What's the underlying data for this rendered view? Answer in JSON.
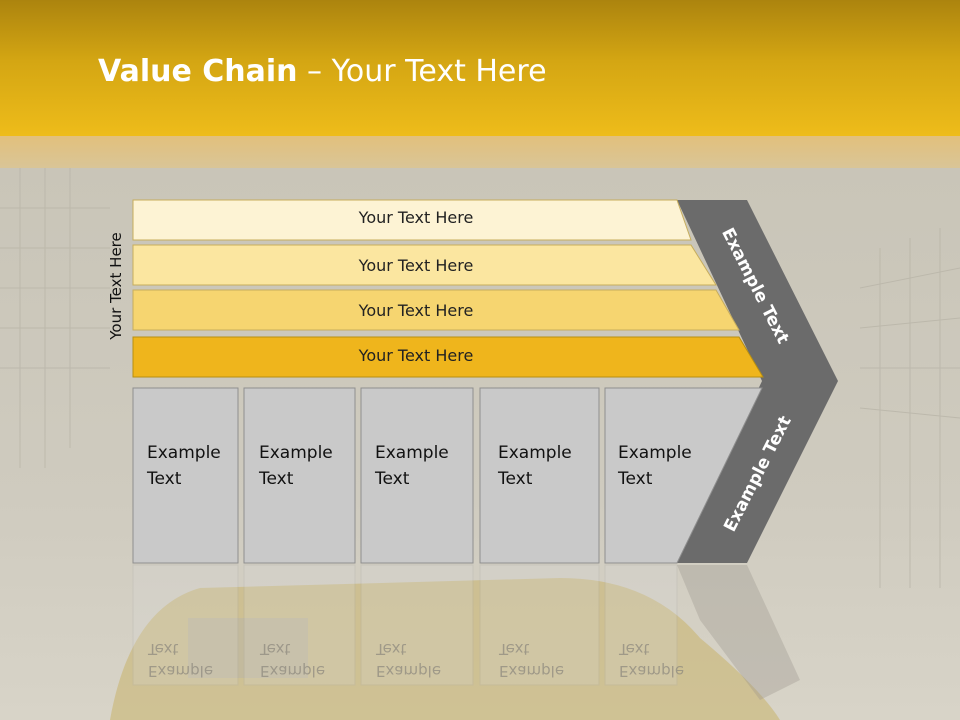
{
  "slide": {
    "title_bold": "Value Chain",
    "title_rest": " – Your Text Here"
  },
  "side_label": "Your Text Here",
  "rows": [
    {
      "label": "Your Text Here",
      "color": "#fdf3d4"
    },
    {
      "label": "Your Text Here",
      "color": "#fbe6a0"
    },
    {
      "label": "Your Text Here",
      "color": "#f6d570"
    },
    {
      "label": "Your Text Here",
      "color": "#efb51c"
    }
  ],
  "cells": [
    {
      "line1": "Example",
      "line2": "Text"
    },
    {
      "line1": "Example",
      "line2": "Text"
    },
    {
      "line1": "Example",
      "line2": "Text"
    },
    {
      "line1": "Example",
      "line2": "Text"
    },
    {
      "line1": "Example",
      "line2": "Text"
    }
  ],
  "chevron": {
    "top_label": "Example Text",
    "bottom_label": "Example Text",
    "color": "#6b6b6b"
  }
}
